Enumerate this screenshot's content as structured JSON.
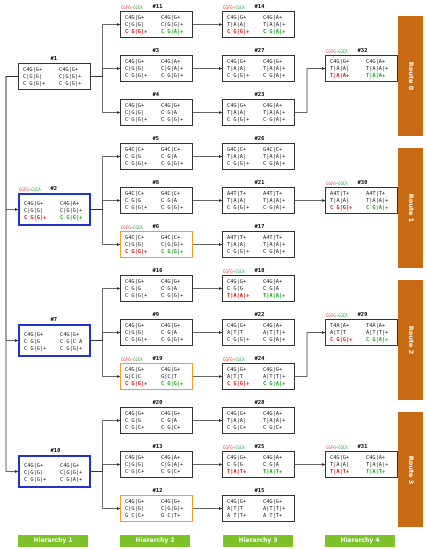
{
  "flow_label": {
    "from": "CGFG",
    "arrow": "→",
    "to": "CGCA"
  },
  "colors": {
    "route": "#c86a12",
    "hierarchy": "#7ec22a",
    "selected": "#2233cc",
    "highlight": "#f0a020",
    "edge": "#333333",
    "mutated_from": "#e01010",
    "mutated_to": "#10b010"
  },
  "routes": [
    {
      "label": "Route 0"
    },
    {
      "label": "Route 1"
    },
    {
      "label": "Route 2"
    },
    {
      "label": "Route 3"
    }
  ],
  "hierarchies": [
    {
      "label": "Hierarchy 1"
    },
    {
      "label": "Hierarchy 2"
    },
    {
      "label": "Hierarchy 3"
    },
    {
      "label": "Hierarchy 4"
    }
  ],
  "nodes": [
    {
      "id": "#1",
      "flow": false,
      "style": "normal",
      "left": [
        "C4G|G+",
        "C|G|G|",
        "C G|G|+"
      ],
      "right": [
        "C4G|G+",
        "C|G|G|+",
        "C G|G|+"
      ]
    },
    {
      "id": "#2",
      "flow": true,
      "style": "selected",
      "left": [
        "C4G|G+",
        "C|G|G|",
        "C G|G|+"
      ],
      "right": [
        "C4G|A+",
        "C|G|G|+",
        "C G|G|+"
      ]
    },
    {
      "id": "#7",
      "flow": false,
      "style": "selected",
      "left": [
        "C4G|G+",
        "C G|G",
        "C G|G|+"
      ],
      "right": [
        "C4G|G+",
        "C G|C A",
        "C G|G|+"
      ]
    },
    {
      "id": "#10",
      "flow": false,
      "style": "selected",
      "left": [
        "C4G|G+",
        "C|G|G|",
        "C G|G|+"
      ],
      "right": [
        "C4G|G+",
        "C|G|G|+",
        "C G|A|+"
      ]
    },
    {
      "id": "#11",
      "flow": true,
      "style": "normal",
      "left": [
        "C4G|G+",
        "C|G|G|",
        "C G|G|+"
      ],
      "right": [
        "C4G|G+",
        "C|G|G|+",
        "C G|A|+"
      ]
    },
    {
      "id": "#3",
      "flow": false,
      "style": "normal",
      "left": [
        "C4G|G+",
        "C|G|G|",
        "C G|G|+"
      ],
      "right": [
        "C4G|A+",
        "C|G|A|+",
        "C G|G|+"
      ]
    },
    {
      "id": "#4",
      "flow": false,
      "style": "normal",
      "left": [
        "C4G|G+",
        "C|G|G|",
        "C G|G|+"
      ],
      "right": [
        "C4G|G+",
        "C G|A",
        "C G|G|+"
      ]
    },
    {
      "id": "#5",
      "flow": false,
      "style": "normal",
      "left": [
        "G4C|C+",
        "C G|G",
        "C G|G|+"
      ],
      "right": [
        "G4C|C+",
        "C G|A",
        "C G|G|+"
      ]
    },
    {
      "id": "#8",
      "flow": false,
      "style": "normal",
      "left": [
        "G4C|C+",
        "C G|G",
        "C G|G|+"
      ],
      "right": [
        "G4C|C+",
        "C G|A",
        "C G|G|+"
      ]
    },
    {
      "id": "#6",
      "flow": true,
      "style": "highlight",
      "left": [
        "G4C|C+",
        "C|G|G|",
        "C G|G|+"
      ],
      "right": [
        "G4C|C+",
        "C|G|G|+",
        "C G|G|+"
      ]
    },
    {
      "id": "#16",
      "flow": false,
      "style": "normal",
      "left": [
        "C4G|G+",
        "C G|G",
        "C G|G|+"
      ],
      "right": [
        "C4G|G+",
        "C G|A",
        "C G|G|+"
      ]
    },
    {
      "id": "#9",
      "flow": false,
      "style": "normal",
      "left": [
        "C4G|G+",
        "C|G|G|",
        "C G|G|+"
      ],
      "right": [
        "C4G|G+",
        "C G|A",
        "C G|G|+"
      ]
    },
    {
      "id": "#19",
      "flow": true,
      "style": "highlight",
      "left": [
        "C4G|G+",
        "G|C|C",
        "C G|G|+"
      ],
      "right": [
        "C4G|G+",
        "G|C|T",
        "C G|G|+"
      ]
    },
    {
      "id": "#20",
      "flow": false,
      "style": "normal",
      "left": [
        "C4G|G+",
        "C G|G",
        "C G|C+"
      ],
      "right": [
        "C4G|G+",
        "C G|A",
        "C G|C+"
      ]
    },
    {
      "id": "#13",
      "flow": false,
      "style": "normal",
      "left": [
        "C4G|G+",
        "C|G|G|",
        "C G|C+"
      ],
      "right": [
        "C4G|A+",
        "C|G|A|+",
        "C G|C+"
      ]
    },
    {
      "id": "#12",
      "flow": false,
      "style": "highlight",
      "left": [
        "C4G|G+",
        "C|G|G|",
        "G C|C+"
      ],
      "right": [
        "C4G|G+",
        "C|G|G|+",
        "G C|T+"
      ]
    },
    {
      "id": "#14",
      "flow": true,
      "style": "normal",
      "left": [
        "C4G|G+",
        "T|A|A|",
        "C G|G|+"
      ],
      "right": [
        "C4G|A+",
        "T|A|A|+",
        "C G|A|+"
      ]
    },
    {
      "id": "#27",
      "flow": false,
      "style": "normal",
      "left": [
        "C4G|G+",
        "T|A|A|",
        "C G|G|+"
      ],
      "right": [
        "C4G|G+",
        "T|A|A|+",
        "C G|A|+"
      ]
    },
    {
      "id": "#23",
      "flow": false,
      "style": "normal",
      "left": [
        "C4G|G+",
        "T|A|A|",
        "C G|G|+"
      ],
      "right": [
        "C4G|A+",
        "T|A|A|+",
        "C G|A|+"
      ]
    },
    {
      "id": "#26",
      "flow": false,
      "style": "normal",
      "left": [
        "G4C|C+",
        "T|A|A|",
        "C G|G|+"
      ],
      "right": [
        "G4C|C+",
        "T|A|A|+",
        "C G|A|+"
      ]
    },
    {
      "id": "#21",
      "flow": false,
      "style": "normal",
      "left": [
        "A4T|T+",
        "T|A|A|",
        "C G|G|+"
      ],
      "right": [
        "A4T|T+",
        "T|A|A|+",
        "C G|A|+"
      ]
    },
    {
      "id": "#17",
      "flow": false,
      "style": "normal",
      "left": [
        "A4T|T+",
        "T|A|A|",
        "C G|G|+"
      ],
      "right": [
        "A4T|T+",
        "T|A|A|+",
        "C G|A|+"
      ]
    },
    {
      "id": "#18",
      "flow": true,
      "style": "normal",
      "left": [
        "C4G|G+",
        "C G|G",
        "T|A|A|+"
      ],
      "right": [
        "C4G|A+",
        "C G|A",
        "T|A|A|+"
      ]
    },
    {
      "id": "#22",
      "flow": false,
      "style": "normal",
      "left": [
        "C4G|G+",
        "A|T|T",
        "C G|G|+"
      ],
      "right": [
        "C4G|A+",
        "A|T|T|+",
        "C G|A|+"
      ]
    },
    {
      "id": "#24",
      "flow": true,
      "style": "normal",
      "left": [
        "C4G|G+",
        "A|T|T",
        "C G|G|+"
      ],
      "right": [
        "C4G|G+",
        "A|T|T|+",
        "C G|A|+"
      ]
    },
    {
      "id": "#28",
      "flow": false,
      "style": "normal",
      "left": [
        "C4G|G+",
        "T|A|A|",
        "C G|C+"
      ],
      "right": [
        "C4G|A+",
        "T|A|A|+",
        "C G|C+"
      ]
    },
    {
      "id": "#25",
      "flow": true,
      "style": "normal",
      "left": [
        "C4G|G+",
        "C G|G",
        "T|A|T+"
      ],
      "right": [
        "C4G|A+",
        "C G|A",
        "T|A|T+"
      ]
    },
    {
      "id": "#15",
      "flow": false,
      "style": "normal",
      "left": [
        "C4G|G+",
        "A|T|T",
        "A T|T+"
      ],
      "right": [
        "C4G|G+",
        "A|T|T|+",
        "A T|T+"
      ]
    },
    {
      "id": "#32",
      "flow": true,
      "style": "normal",
      "left": [
        "C4G|G+",
        "T|A|A|",
        "T|A|A+"
      ],
      "right": [
        "C4G|A+",
        "T|A|A|+",
        "T|A|A+"
      ]
    },
    {
      "id": "#30",
      "flow": true,
      "style": "normal",
      "left": [
        "A4T|T+",
        "T|A|A|",
        "C G|G|+"
      ],
      "right": [
        "A4T|T+",
        "T|A|A|+",
        "C G|A|+"
      ]
    },
    {
      "id": "#29",
      "flow": true,
      "style": "normal",
      "left": [
        "T4A|A+",
        "A|T|T",
        "C G|G|+"
      ],
      "right": [
        "T4A|A+",
        "A|T|T|+",
        "C G|A|+"
      ]
    },
    {
      "id": "#31",
      "flow": true,
      "style": "normal",
      "left": [
        "C4G|G+",
        "T|A|A|",
        "T|A|T+"
      ],
      "right": [
        "C4G|A+",
        "T|A|A|+",
        "T|A|T+"
      ]
    }
  ],
  "edges": [
    [
      "#1",
      "#2"
    ],
    [
      "#1",
      "#7"
    ],
    [
      "#1",
      "#10"
    ],
    [
      "#1",
      "#11"
    ],
    [
      "#1",
      "#3"
    ],
    [
      "#1",
      "#4"
    ],
    [
      "#2",
      "#5"
    ],
    [
      "#2",
      "#8"
    ],
    [
      "#2",
      "#6"
    ],
    [
      "#7",
      "#16"
    ],
    [
      "#7",
      "#9"
    ],
    [
      "#7",
      "#19"
    ],
    [
      "#10",
      "#20"
    ],
    [
      "#10",
      "#13"
    ],
    [
      "#10",
      "#12"
    ],
    [
      "#11",
      "#14"
    ],
    [
      "#3",
      "#27"
    ],
    [
      "#4",
      "#23"
    ],
    [
      "#5",
      "#26"
    ],
    [
      "#8",
      "#21"
    ],
    [
      "#6",
      "#17"
    ],
    [
      "#16",
      "#18"
    ],
    [
      "#9",
      "#22"
    ],
    [
      "#19",
      "#24"
    ],
    [
      "#20",
      "#28"
    ],
    [
      "#13",
      "#25"
    ],
    [
      "#12",
      "#15"
    ],
    [
      "#23",
      "#32"
    ],
    [
      "#21",
      "#30"
    ],
    [
      "#24",
      "#29"
    ],
    [
      "#25",
      "#31"
    ]
  ]
}
